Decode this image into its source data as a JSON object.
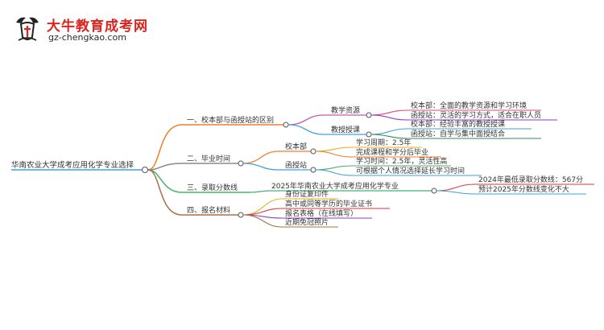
{
  "logo": {
    "title": "大牛教育成考网",
    "url": "gz-chengkao.com"
  },
  "mindmap": {
    "root": "华南农业大学成考应用化学专业选择",
    "branches": [
      {
        "label": "一、校本部与函授站的区别",
        "color": "#f07f2a",
        "children": [
          {
            "label": "教学资源",
            "color": "#c25ab3",
            "leaves": [
              "校本部：全面的教学资源和学习环境",
              "函授站：灵活的学习方式，适合在职人员"
            ]
          },
          {
            "label": "教授授课",
            "color": "#3ea3d6",
            "leaves": [
              "校本部：经验丰富的教授授课",
              "函授站：自学与集中面授结合"
            ]
          }
        ]
      },
      {
        "label": "二、毕业时间",
        "color": "#8a8a8a",
        "children": [
          {
            "label": "校本部",
            "color": "#f07f2a",
            "leaves": [
              "学习周期：2.5年",
              "完成课程和学分后毕业"
            ]
          },
          {
            "label": "函授站",
            "color": "#3ea3d6",
            "leaves": [
              "学习时间：2.5年，灵活性高",
              "可根据个人情况选择延长学习时间"
            ]
          }
        ]
      },
      {
        "label": "三、录取分数线",
        "color": "#4caf6a",
        "children": [
          {
            "label": "2025年华南农业大学成考应用化学专业",
            "color": "#4caf6a",
            "leaves": [
              "2024年最低录取分数线：567分",
              "预计2025年分数线变化不大"
            ]
          }
        ]
      },
      {
        "label": "四、报名材料",
        "color": "#a8704a",
        "leaves": [
          "身份证复印件",
          "高中或同等学历的毕业证书",
          "报名表格（在线填写）",
          "近期免冠照片"
        ]
      }
    ]
  },
  "colors": {
    "leaf_pink": "#e0457b",
    "leaf_red": "#d63a3a",
    "leaf_gold": "#e0b020",
    "leaf_purple": "#8a3fc0",
    "leaf_darkgreen": "#2f8a5a"
  }
}
